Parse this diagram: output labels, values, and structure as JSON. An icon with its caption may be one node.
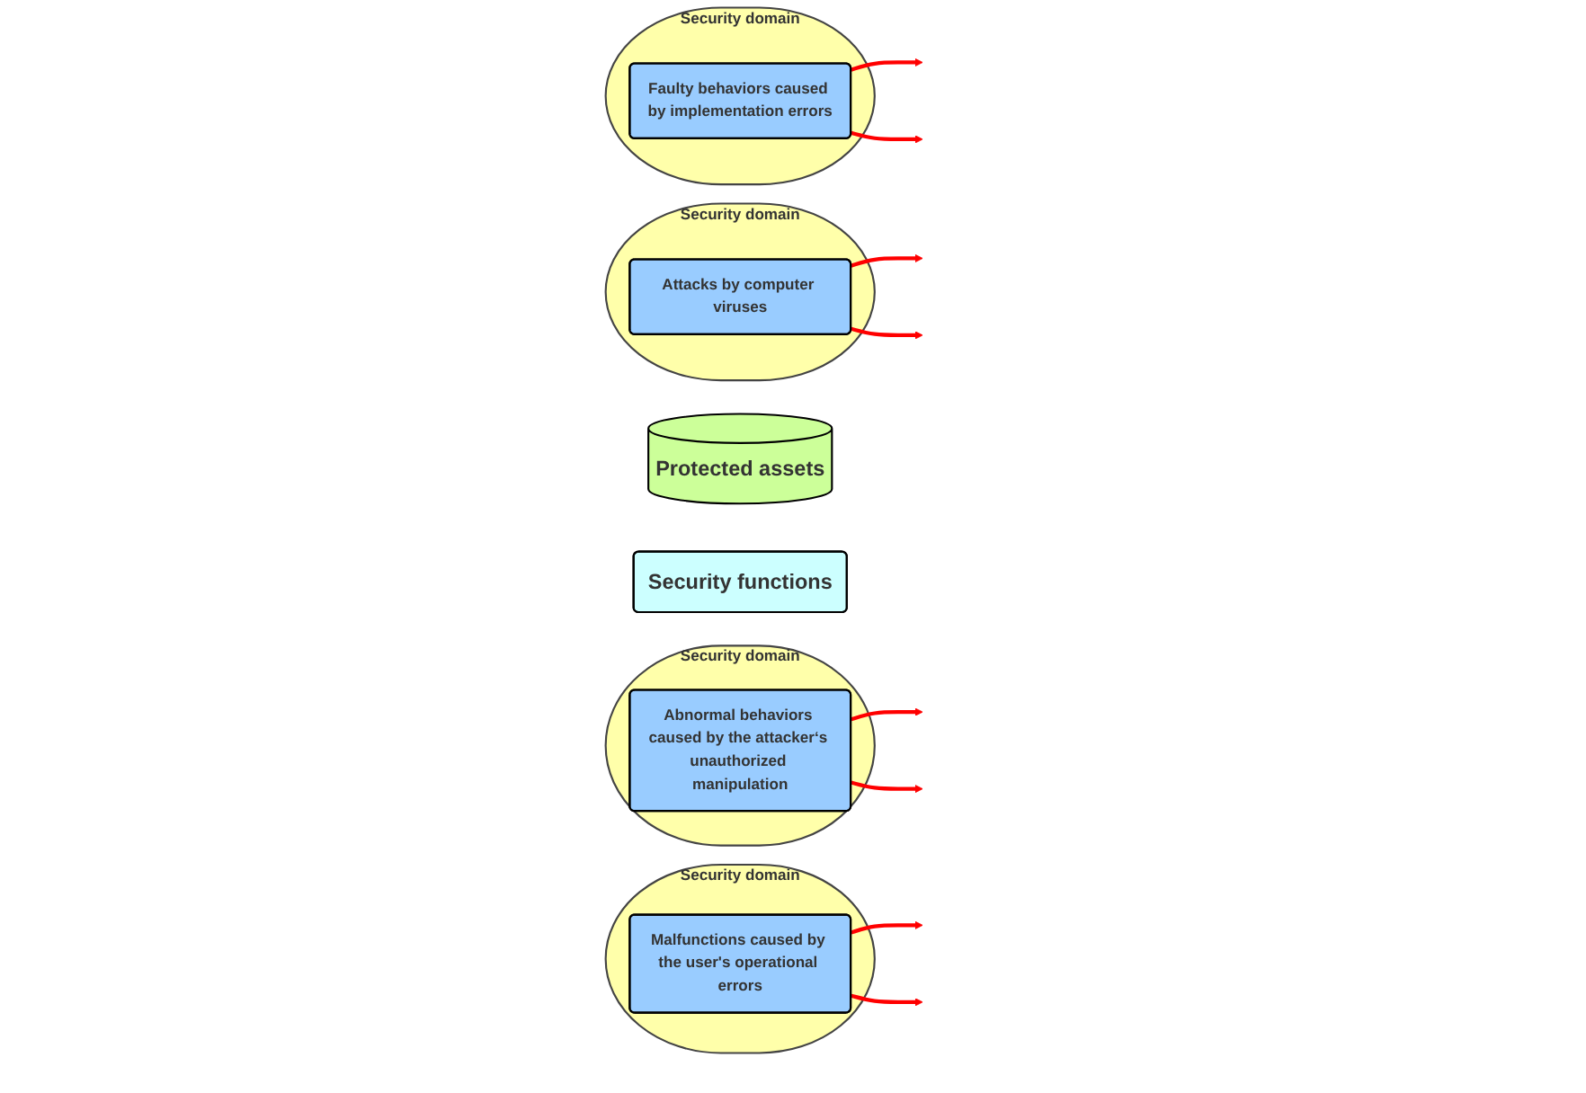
{
  "diagram": {
    "nodes": [
      {
        "text": [
          "Security domain"
        ]
      },
      {
        "text": [
          "Faulty behaviors caused by implementation errors"
        ],
        "in": 0
      },
      {
        "text": [
          "Protected assets"
        ]
      },
      {
        "text": [
          "Security domain"
        ]
      },
      {
        "text": [
          "Attacks by computer viruses"
        ],
        "in": 3
      },
      {
        "text": [
          "Security domain"
        ]
      },
      {
        "text": [
          "Abnormal behaviors caused by the attacker‘s unauthorized manipulation"
        ],
        "in": 5
      },
      {
        "text": [
          "Security functions"
        ]
      },
      {
        "text": [
          "Security domain"
        ]
      },
      {
        "text": [
          "Malfunctions caused by the user's operational errors"
        ],
        "in": 8
      }
    ],
    "edges": [
      {
        "from": 1,
        "to": null,
        "arrow": "to"
      },
      {
        "from": 1,
        "to": null,
        "arrow": "to"
      },
      {
        "from": 4,
        "to": null,
        "arrow": "to"
      },
      {
        "from": 4,
        "to": null,
        "arrow": "to"
      },
      {
        "from": 6,
        "to": null,
        "arrow": "to"
      },
      {
        "from": 6,
        "to": null,
        "arrow": "to"
      },
      {
        "from": 9,
        "to": null,
        "arrow": "to"
      },
      {
        "from": 9,
        "to": null,
        "arrow": "to"
      }
    ]
  }
}
